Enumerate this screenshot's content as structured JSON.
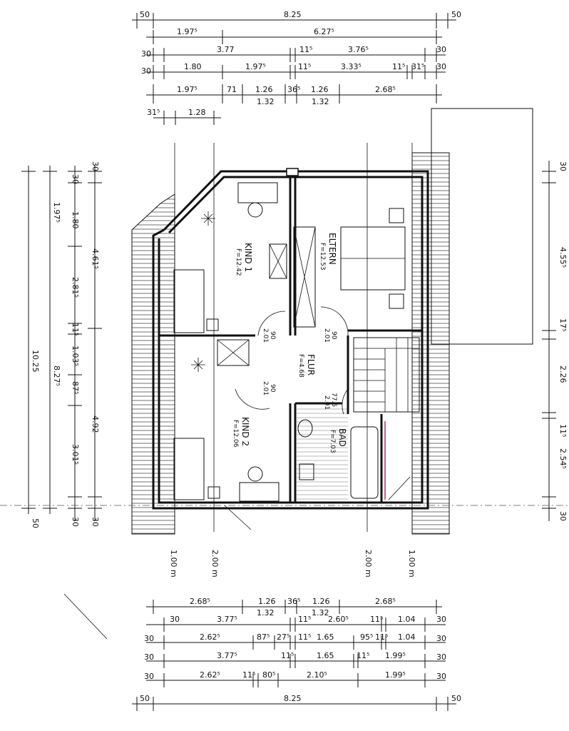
{
  "rooms": {
    "kind1": {
      "name": "KIND 1",
      "area": "F=12.42"
    },
    "eltern": {
      "name": "ELTERN",
      "area": "F=12.53"
    },
    "flur": {
      "name": "FLUR",
      "area": "F=4.68"
    },
    "kind2": {
      "name": "KIND 2",
      "area": "F=12.06"
    },
    "bad": {
      "name": "BAD",
      "area": "F=7.03"
    }
  },
  "door_labels": {
    "d1": {
      "w": "90",
      "h": "2.01"
    },
    "d2": {
      "w": "90",
      "h": "2.01"
    },
    "d3": {
      "w": "90",
      "h": "2.01"
    },
    "d4": {
      "w": "77.5",
      "h": "2.01"
    }
  },
  "top_dims": {
    "row1": [
      "50",
      "8.25",
      "50"
    ],
    "row2": [
      "1.97⁵",
      "6.27⁵"
    ],
    "row3": [
      "30",
      "3.77",
      "11⁵",
      "3.76⁵",
      "30"
    ],
    "row4": [
      "30",
      "1.80",
      "1.97⁵",
      "11⁵",
      "3.33⁵",
      "11⁵",
      "31⁵",
      "30"
    ],
    "row5": [
      "1.97⁵",
      "71",
      "1.26",
      "36⁵",
      "1.26",
      "2.68⁵",
      "1.32",
      "1.32"
    ],
    "row6": [
      "31⁵",
      "1.28"
    ]
  },
  "bottom_dims": {
    "row1": [
      "2.68⁵",
      "1.26",
      "36⁵",
      "1.26",
      "2.68⁵",
      "1.32",
      "1.32"
    ],
    "row2": [
      "30",
      "3.77⁵",
      "11⁵",
      "2.60⁵",
      "11⁵",
      "1.04",
      "30"
    ],
    "row3": [
      "30",
      "2.62⁵",
      "87⁵",
      "27⁵",
      "11⁵",
      "1.65",
      "95⁵",
      "11⁵",
      "1.04",
      "30"
    ],
    "row4": [
      "30",
      "3.77⁵",
      "11⁵",
      "1.65",
      "11⁵",
      "1.99⁵",
      "30"
    ],
    "row5": [
      "30",
      "2.62⁵",
      "11⁵",
      "80⁵",
      "2.10⁵",
      "1.99⁵",
      "30"
    ],
    "row6": [
      "50",
      "8.25",
      "50"
    ]
  },
  "left_dims": {
    "outer": [
      "10.25"
    ],
    "col2": [
      "8.27⁵"
    ],
    "col3": [
      "30",
      "1.97⁵",
      "2.81⁵",
      "11⁵",
      "1.03⁵",
      "87⁵",
      "3.01⁵",
      "30",
      "50"
    ],
    "col4": [
      "30",
      "1.80",
      "4.61⁵",
      "4.92",
      "30"
    ]
  },
  "right_dims": [
    "30",
    "4.55⁵",
    "17⁵",
    "2.26",
    "11⁵",
    "2.54⁵",
    "30"
  ],
  "height_marks": [
    "1.00 m",
    "2.00 m",
    "2.00 m",
    "1.00 m"
  ]
}
